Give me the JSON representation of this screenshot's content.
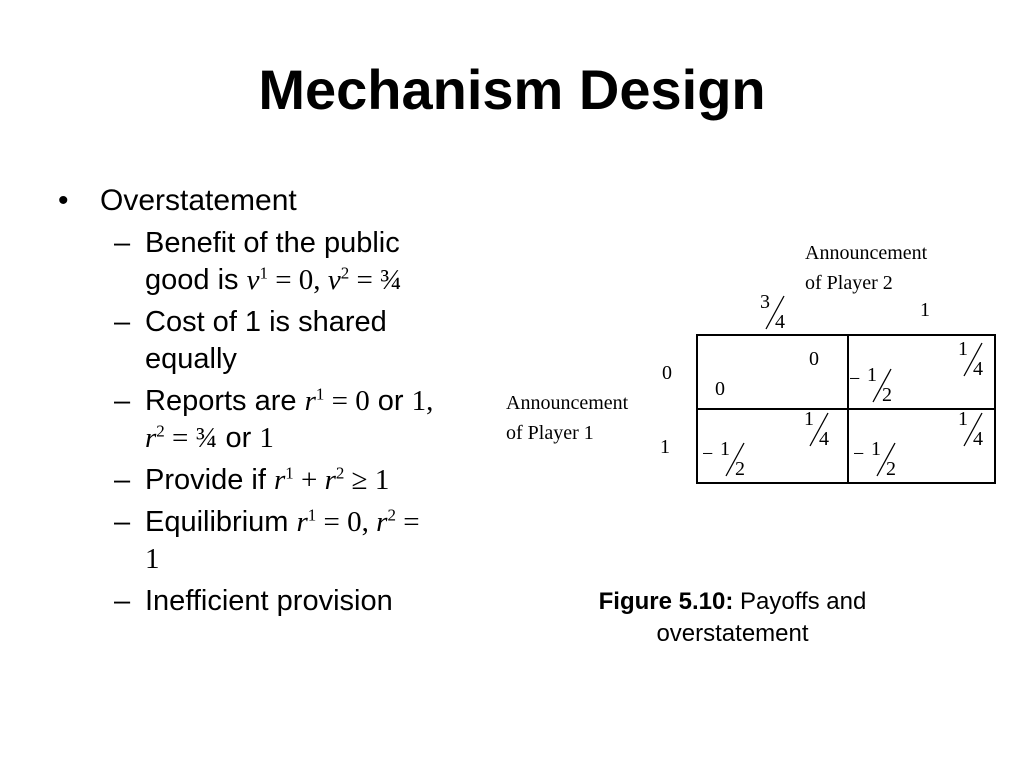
{
  "title": "Mechanism Design",
  "bullet": {
    "label": "Overstatement"
  },
  "sub_items": [
    {
      "line1": "Benefit of the public",
      "line2_pre": "good is ",
      "math": "v¹ = 0, v² = ¾"
    },
    {
      "line1": "Cost of 1 is shared",
      "line2": "equally"
    },
    {
      "pre": "Reports are ",
      "math_a": "r¹ = 0",
      "mid": " or ",
      "math_b": "1,",
      "math_c": "r² = ¾",
      "post": " or ",
      "math_d": "1"
    },
    {
      "pre": "Provide if ",
      "math": "r¹ + r² ≥ 1"
    },
    {
      "pre": "Equilibrium ",
      "math": "r¹ = 0, r² =",
      "math_2": "1"
    },
    {
      "text": "Inefficient provision"
    }
  ],
  "figure": {
    "player2_label_1": "Announcement",
    "player2_label_2": "of Player 2",
    "player1_label_1": "Announcement",
    "player1_label_2": "of Player 1",
    "col_headers": [
      "3/4",
      "1"
    ],
    "row_headers": [
      "0",
      "1"
    ],
    "cells": {
      "r0c0": {
        "p2": "0",
        "p1": "0"
      },
      "r0c1": {
        "p2": "1/4",
        "p1": "− 1/2"
      },
      "r1c0": {
        "p2": "1/4",
        "p1": "− 1/2"
      },
      "r1c1": {
        "p2": "1/4",
        "p1": "− 1/2"
      }
    },
    "caption_bold": "Figure 5.10:",
    "caption_rest": " Payoffs and",
    "caption_line2": "overstatement"
  }
}
